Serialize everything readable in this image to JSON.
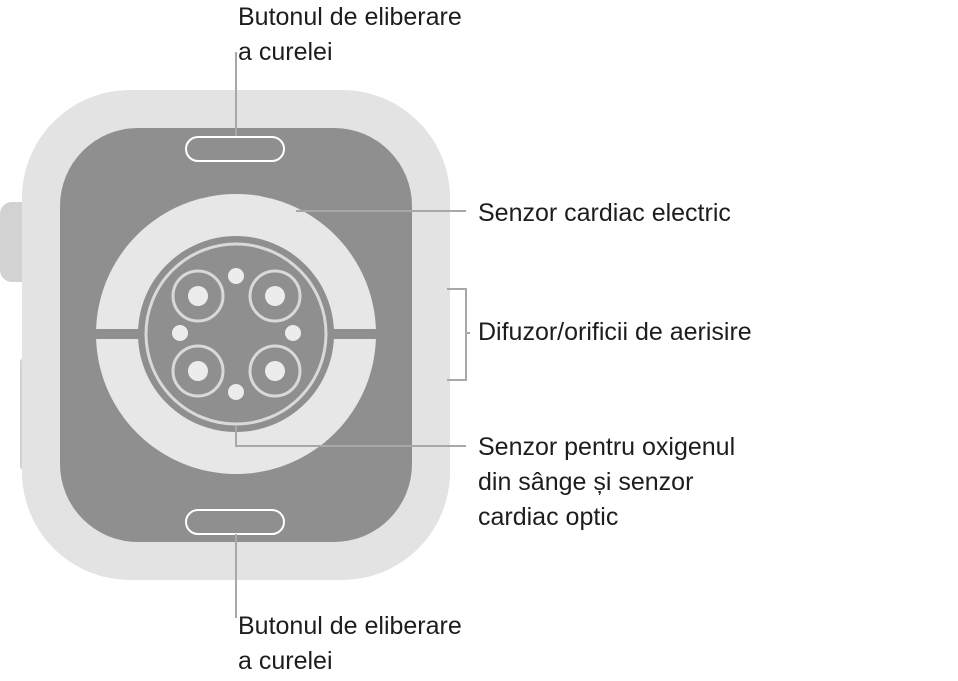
{
  "colors": {
    "case_outer": "#e3e3e3",
    "case_edge": "#d2d2d2",
    "back_plate": "#8f8f8f",
    "electrode_ring": "#e7e7e7",
    "sensor_core": "#8f8f8f",
    "sensor_inner_ring": "#d9d9d9",
    "sensor_dot": "#ececec",
    "leader_line": "#a8a8a8",
    "text": "#1d1d1f"
  },
  "labels": {
    "strap_release_top": [
      "Butonul de eliberare",
      "a curelei"
    ],
    "electrical_heart_sensor": [
      "Senzor cardiac electric"
    ],
    "speaker_air_vents": [
      "Difuzor/orificii de aerisire"
    ],
    "blood_oxygen_sensor": [
      "Senzor pentru oxigenul",
      "din sânge și senzor",
      "cardiac optic"
    ],
    "strap_release_bottom": [
      "Butonul de eliberare",
      "a curelei"
    ]
  },
  "icons": {
    "watch_back": "watch-back-icon",
    "strap_button": "strap-release-button-icon",
    "digital_crown": "digital-crown-icon"
  }
}
